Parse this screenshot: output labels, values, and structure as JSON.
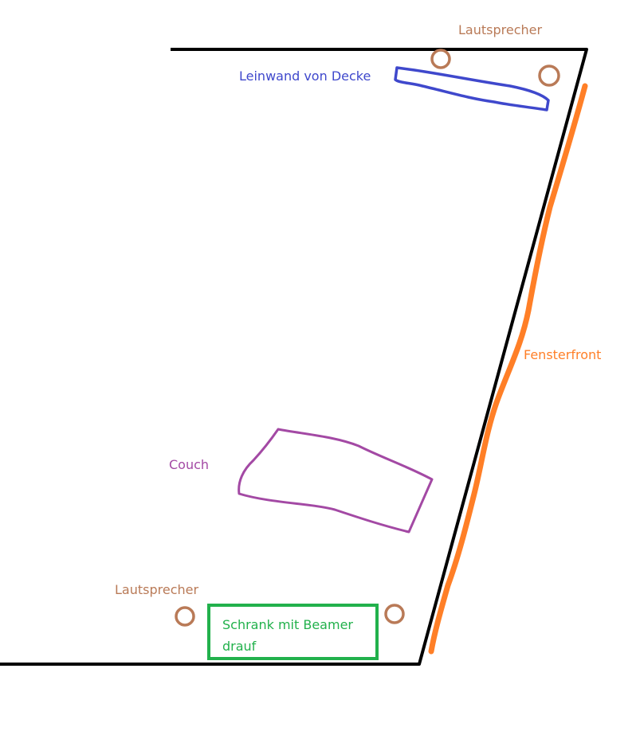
{
  "title": "Raumskizze Heimkino",
  "labels": {
    "speaker_top": "Lautsprecher",
    "screen": "Leinwand von Decke",
    "window": "Fensterfront",
    "couch": "Couch",
    "speaker_bottom": "Lautsprecher",
    "cabinet_line1": "Schrank mit Beamer",
    "cabinet_line2": "drauf"
  },
  "colors": {
    "walls": "#000000",
    "speaker": "#B97A57",
    "screen": "#3F48CC",
    "window": "#FF7F27",
    "couch": "#A349A4",
    "cabinet": "#22B14C"
  }
}
